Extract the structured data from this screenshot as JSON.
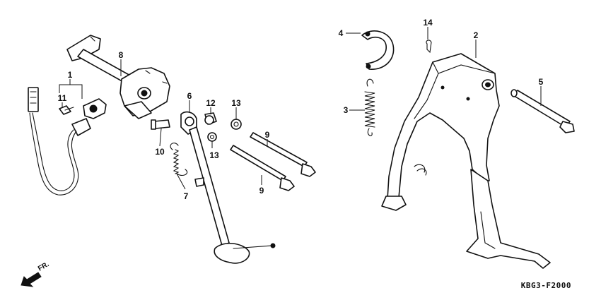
{
  "diagram": {
    "part_callouts": {
      "p1": "1",
      "p2": "2",
      "p3": "3",
      "p4": "4",
      "p5": "5",
      "p6": "6",
      "p7": "7",
      "p8": "8",
      "p9a": "9",
      "p9b": "9",
      "p10": "10",
      "p11": "11",
      "p12": "12",
      "p13a": "13",
      "p13b": "13",
      "p14": "14"
    },
    "direction_label": "FR.",
    "drawing_code": "KBG3-F2000"
  }
}
